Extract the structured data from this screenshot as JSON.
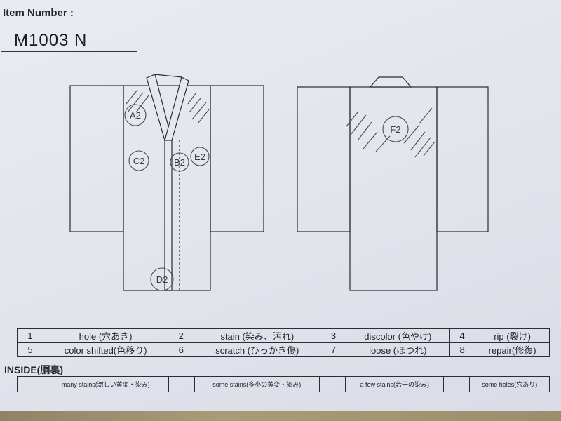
{
  "header": {
    "item_number_label": "Item Number :",
    "item_number_value": "M1003  N"
  },
  "front_marks": [
    "A2",
    "C2",
    "B2",
    "E2",
    "D2"
  ],
  "back_marks": [
    "F2"
  ],
  "legend": [
    {
      "num": "1",
      "label": "hole (穴あき)"
    },
    {
      "num": "2",
      "label": "stain (染み、汚れ)"
    },
    {
      "num": "3",
      "label": "discolor (色やけ)"
    },
    {
      "num": "4",
      "label": "rip (裂け)"
    },
    {
      "num": "5",
      "label": "color shifted(色移り)"
    },
    {
      "num": "6",
      "label": "scratch (ひっかき傷)"
    },
    {
      "num": "7",
      "label": "loose (ほつれ)"
    },
    {
      "num": "8",
      "label": "repair(修復)"
    }
  ],
  "inside": {
    "title": "INSIDE(胴裏)",
    "items": [
      "many stains(激しい黄変・染み)",
      "some stains(多小の黄変・染み)",
      "a few stains(若干の染み)",
      "some holes(穴あり)"
    ]
  },
  "colors": {
    "ink": "#2a2b33",
    "pencil": "#4a4b55",
    "paper": "#e6e8ee"
  }
}
